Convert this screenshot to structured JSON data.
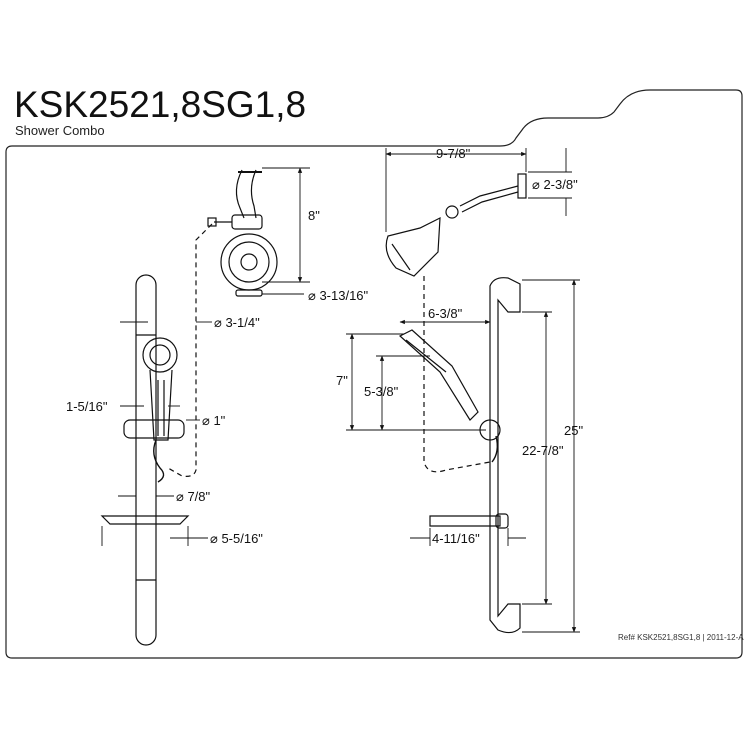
{
  "header": {
    "model": "KSK2521,8SG1,8",
    "product": "Shower Combo"
  },
  "footer": {
    "reference": "Ref# KSK2521,8SG1,8 | 2011-12-A"
  },
  "dimensions": {
    "head_drop": "8\"",
    "head_diameter": "⌀ 3-13/16\"",
    "handshower_diameter": "⌀ 3-1/4\"",
    "handle_offset": "1-5/16\"",
    "hose_diameter": "⌀ 1\"",
    "bar_diameter": "⌀ 7/8\"",
    "dish_diameter": "⌀ 5-5/16\"",
    "arm_reach": "9-7/8\"",
    "flange_diameter": "⌀ 2-3/8\"",
    "handshower_reach": "6-3/8\"",
    "handshower_height": "7\"",
    "handshower_mid": "5-3/8\"",
    "dish_projection": "4-11/16\"",
    "bar_inner_length": "22-7/8\"",
    "bar_total_length": "25\""
  },
  "colors": {
    "line": "#111111",
    "paper": "#ffffff"
  }
}
